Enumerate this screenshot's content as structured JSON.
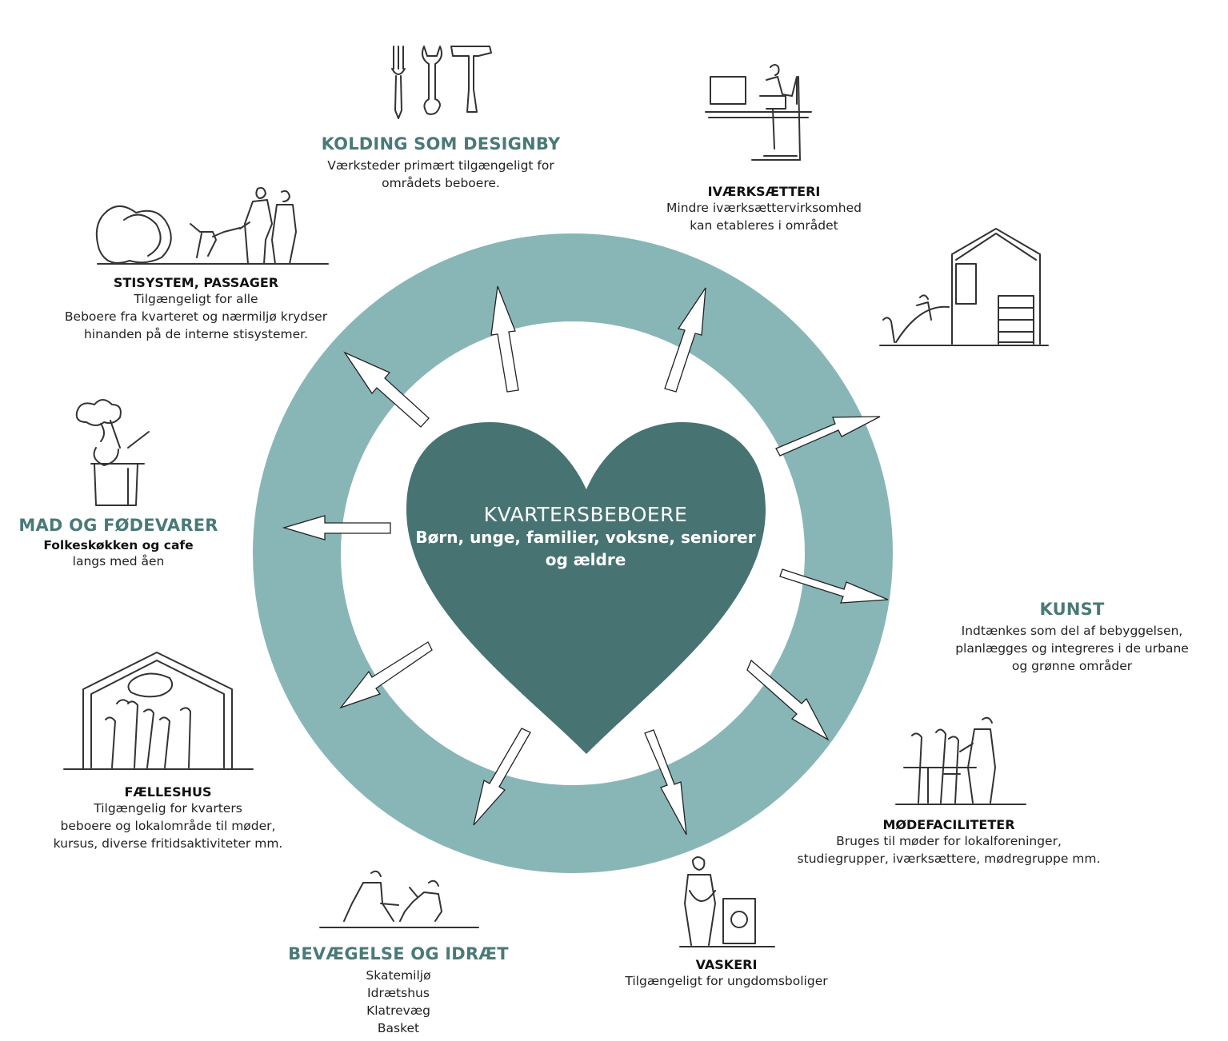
{
  "colors": {
    "ring": "#88b6b7",
    "heart": "#477473",
    "accent_title": "#4a7a78",
    "sketch_line": "#333333"
  },
  "center": {
    "title": "KVARTERSBEBOERE",
    "subtitle_lines": [
      "Børn, unge, familier, voksne, seniorer",
      "og ældre"
    ]
  },
  "sections": {
    "design": {
      "title": "KOLDING SOM DESIGNBY",
      "lines": [
        "Værksteder  primært tilgængeligt for",
        "områdets beboere."
      ],
      "icon": "tools-sketch-icon"
    },
    "ivaerk": {
      "title": "IVÆRKSÆTTERI",
      "lines": [
        "Mindre iværksættervirksomhed",
        "kan etableres i området"
      ],
      "icon": "desk-worker-sketch-icon"
    },
    "sti": {
      "title": "STISYSTEM, PASSAGER",
      "lines": [
        "Tilgængeligt for alle",
        "Beboere fra kvarteret og nærmiljø krydser",
        "hinanden på de interne stisystemer."
      ],
      "icon": "people-walking-sketch-icon"
    },
    "mad": {
      "title": "MAD OG FØDEVARER",
      "subtitle": "Folkeskøkken og cafe",
      "lines": [
        "langs med åen"
      ],
      "icon": "chef-pot-sketch-icon"
    },
    "kunst": {
      "title": "KUNST",
      "lines": [
        "Indtænkes som del af bebyggelsen,",
        "planlægges og integreres i de urbane",
        "og grønne områder"
      ],
      "icon": "playhouse-slide-sketch-icon"
    },
    "faelles": {
      "title": "FÆLLESHUS",
      "lines": [
        "Tilgængelig for kvarters",
        "beboere og lokalområde til møder,",
        "kursus, diverse fritidsaktiviteter mm."
      ],
      "icon": "house-gathering-sketch-icon"
    },
    "mode": {
      "title": "MØDEFACILITETER",
      "lines": [
        "Bruges til møder for lokalforeninger,",
        "studiegrupper, iværksættere, mødregruppe mm."
      ],
      "icon": "meeting-table-sketch-icon"
    },
    "bevaeg": {
      "title": "BEVÆGELSE OG IDRÆT",
      "lines": [
        "Skatemiljø",
        "Idrætshus",
        "Klatrevæg",
        "Basket"
      ],
      "icon": "exercise-sketch-icon"
    },
    "vaskeri": {
      "title": "VASKERI",
      "lines": [
        "Tilgængeligt for ungdomsboliger"
      ],
      "icon": "laundry-sketch-icon"
    }
  }
}
